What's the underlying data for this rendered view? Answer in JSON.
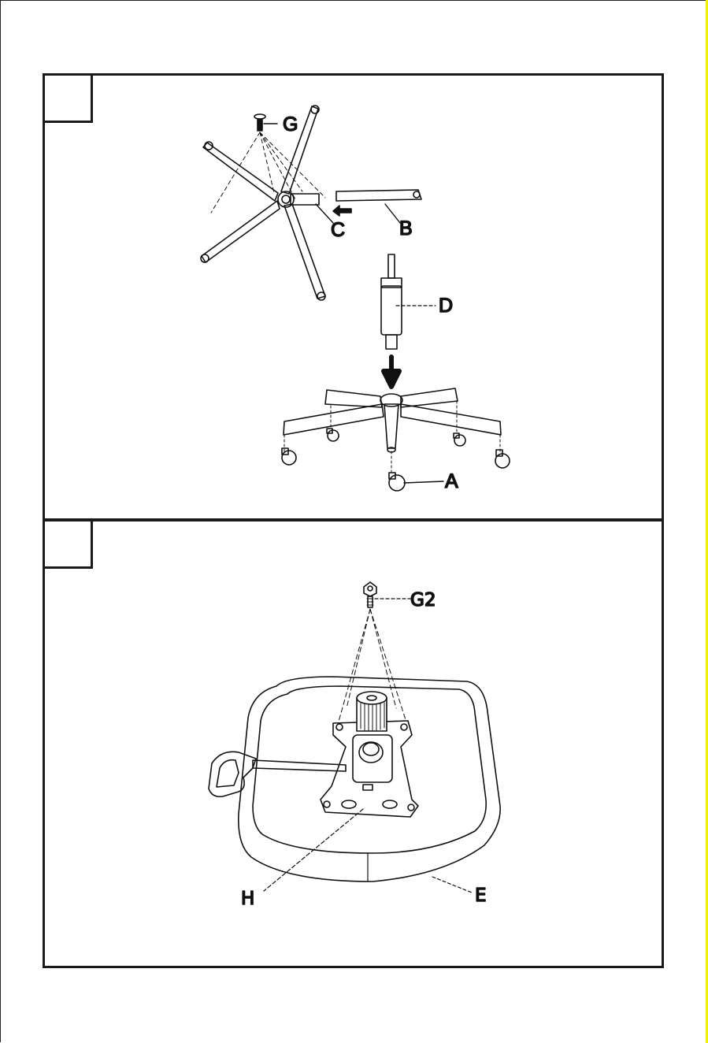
{
  "steps": [
    {
      "number": "",
      "parts": [
        "G",
        "C",
        "B",
        "D",
        "A"
      ]
    },
    {
      "number": "",
      "parts": [
        "G2",
        "H",
        "E"
      ]
    }
  ],
  "colors": {
    "line": "#111111",
    "frame": "#1a1a1a",
    "edge_mark": "#f2f200"
  },
  "icons": [
    "arrow-right-to-left-icon",
    "arrow-down-icon"
  ]
}
